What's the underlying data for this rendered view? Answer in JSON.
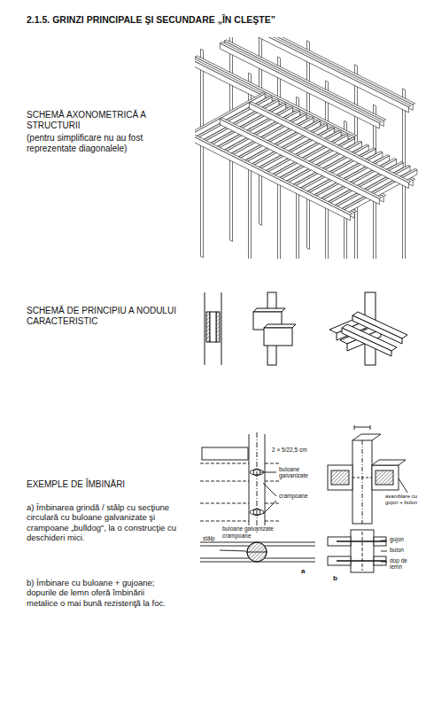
{
  "diagram": {
    "title": "2.1.5. GRINZI PRINCIPALE ŞI SECUNDARE „ÎN CLEŞTE”",
    "labels": [
      "SCHEMĂ AXONOMETRICĂ A STRUCTURII",
      "(pentru simplificare nu au fost reprezentate diagonalele)",
      "SCHEMĂ DE PRINCIPIU A NODULUI CARACTERISTIC",
      "EXEMPLE DE ÎMBINĂRI",
      "a) Îmbinarea grindă / stâlp cu secţiune circulară cu buloane galvanizate şi crampoane „bulldog”, la o construcţie cu deschideri mici.",
      "b) Îmbinare cu buloane + gujoane; dopurile de lemn oferă îmbinării metalice o mai bună rezistenţă la foc.",
      "2 × 5/22,5 cm",
      "buloane galvanizate",
      "crampoane",
      "stâlp",
      "buloane galvanizate",
      "crampoane",
      "a",
      "asamblare cu gujon + bulon",
      "gujon",
      "bulon",
      "dop de lemn",
      "b"
    ]
  }
}
